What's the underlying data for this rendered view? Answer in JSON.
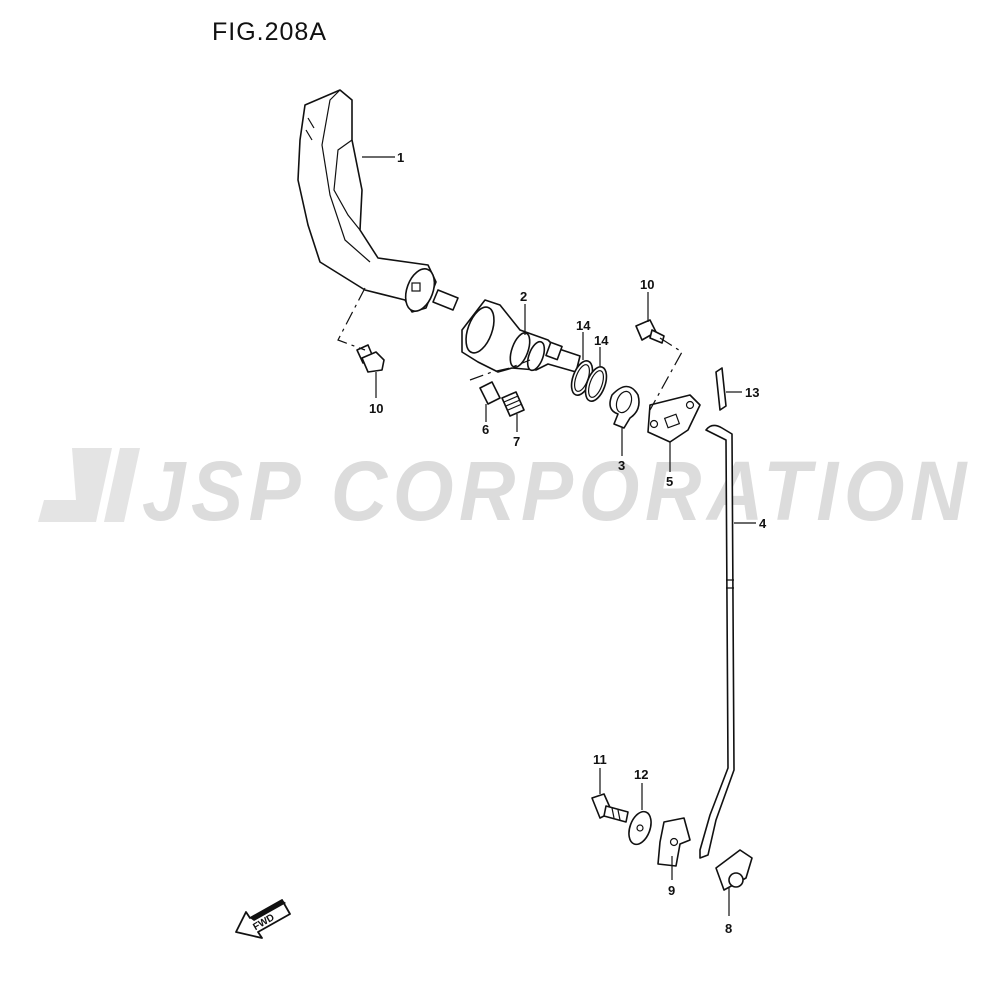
{
  "figure": {
    "title": "FIG.208A"
  },
  "watermark": {
    "text": "JSP CORPORATION",
    "color": "#d9d9d9"
  },
  "fwd_label": "FWD",
  "callouts": [
    "1",
    "2",
    "14",
    "14",
    "10",
    "10",
    "6",
    "7",
    "3",
    "5",
    "13",
    "4",
    "11",
    "12",
    "9",
    "8"
  ]
}
